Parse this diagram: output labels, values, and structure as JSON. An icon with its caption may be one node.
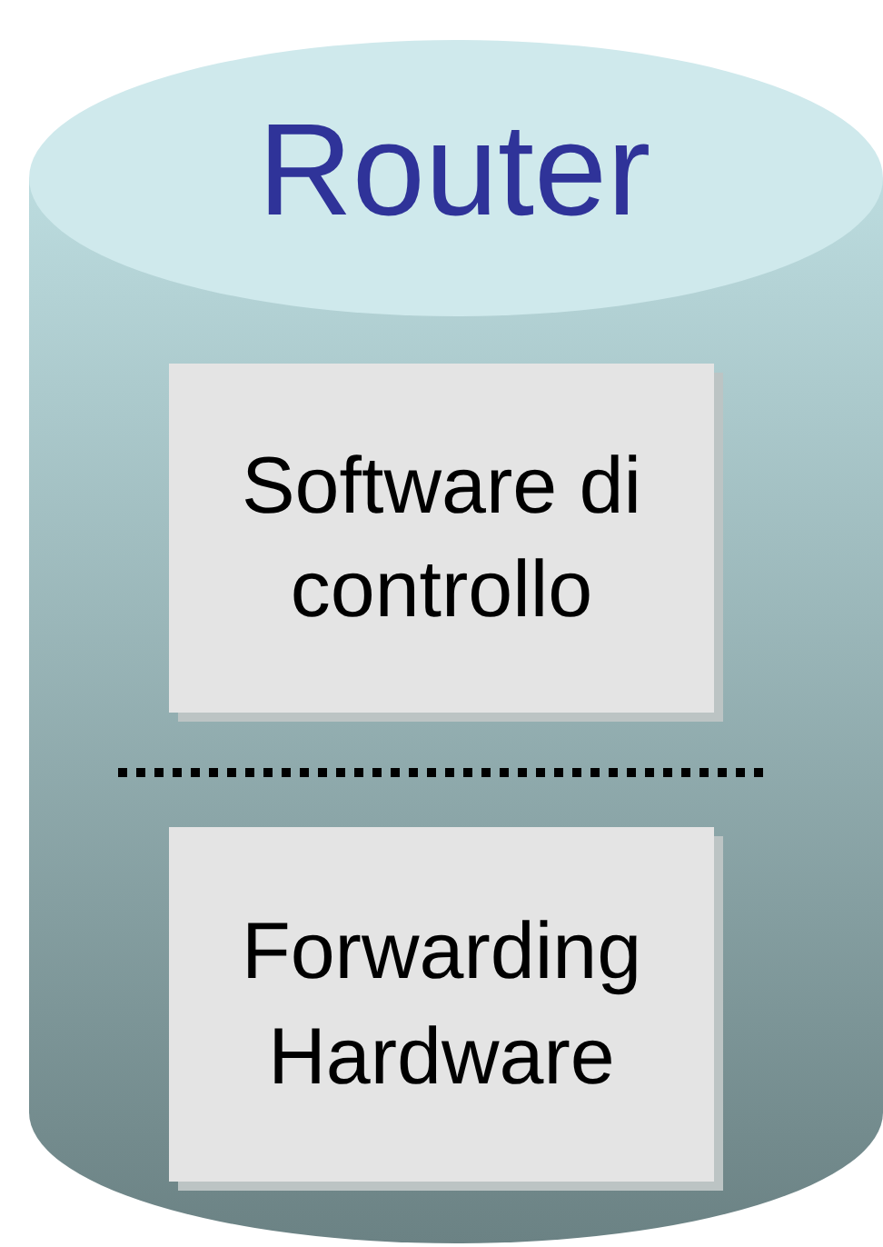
{
  "diagram": {
    "nodes": [
      {
        "text": [
          "Router"
        ]
      },
      {
        "text": [
          "Software di controllo"
        ],
        "in": 0
      },
      {
        "text": [
          "Forwarding Hardware"
        ],
        "in": 0
      }
    ]
  }
}
